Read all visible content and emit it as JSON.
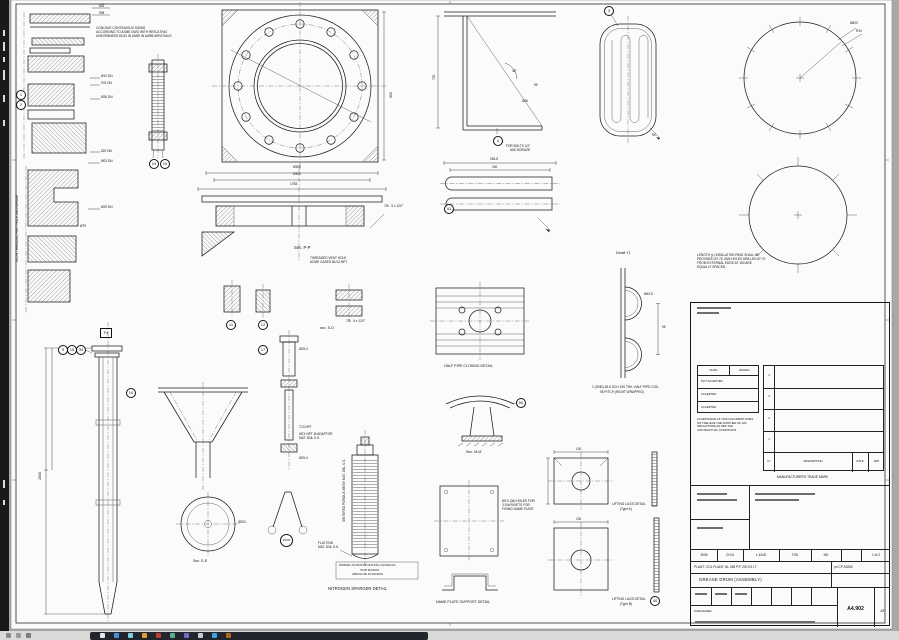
{
  "drawing": {
    "notes": {
      "machining": [
        "CONCAVE CONTINUOUS SIZING",
        "ACCORDING TO ASME DWG WITH RESULTING",
        "UNEVENNESS 53-52 IN 63/65 IN AARB 6HR2 BALS"
      ],
      "vent": [
        "THREADED VENT HOLE",
        "ACME CASED BU13 NPT"
      ],
      "insulation": [
        "LENGTH (L) INSULATION RING SHALL BE",
        "PROVIDED AT 75. Ø26 HOLES DRILLED AT 70",
        "FROM EXTERNAL EDGE AT 150 ARE",
        "EQUALLY SPACED"
      ],
      "half_pipe": [
        "1 (OND) 63.5 SCH 10S THK. HALF PIPE COIL",
        "95 PITCH (RIGHT WRAPPED)"
      ],
      "bolts": [
        "FOR BOLTS 1/2\"",
        "ANCHORAGE"
      ],
      "name_plate": [
        "Ø2.5 (36) HOLES FOR",
        "3 DIA RIVETS FOR",
        "FIXING NAME PLATE"
      ],
      "filtration": [
        "NORMAL FILTRATION RATING LIQUID/GAS",
        "70/35 MICRON",
        "ABSOLUTE 15 MICRON"
      ],
      "flat_end": [
        "FLAT END",
        "MAT. DNL S.S."
      ],
      "mesh": "SINTERED POROUS MESH MAT. DNL S.S.",
      "adaptor": [
        "HEX NPT-M ADAPTOR",
        "MAT. DNL S.S."
      ],
      "thread_left": "16 DN THREADED PART HOLE ANCHORAGE"
    },
    "captions": {
      "half_pipe_closing": "HALF PIPE CLOSING DETAIL",
      "nitrogen_sparger": "NITROGEN SPARGER DETAIL",
      "name_plate_support": "NAME PLATE SUPPORT DETAIL",
      "lifting_lugs_a1": "LIFTING LUGS DETAIL",
      "lifting_lugs_a2": "(Type A)",
      "lifting_lugs_b1": "LIFTING LUGS DETAIL",
      "lifting_lugs_b2": "(Type B)",
      "detail_y1": "Detail Y1",
      "sec_pp": "Sec. P-P",
      "sec_mm": "Sec. M-M",
      "sec_ee": "Sec. E-E",
      "sec_so": "sec. S-O"
    },
    "dims": {
      "d632": "632",
      "d998": "998",
      "dn12": "Ø12 DN",
      "dn976": "976 DN",
      "dn26": "Ø26 DN",
      "dn822": "822 DN",
      "dn03": "Ø03 DN",
      "dn29": "Ø29 DN",
      "d79": "Ø79",
      "d368": "Ø368",
      "d305": "Ø305",
      "d1758": "1758",
      "d903": "903",
      "chamfer": "7/8 - 9 x 120°",
      "d2648": "264.8",
      "d240": "240",
      "d725": "725",
      "a45": "45°",
      "d55": "55",
      "d26": "Ø26",
      "d95": "95",
      "d820": "Ø820",
      "r10": "R10",
      "d635": "Ø63.5",
      "d2000": "2000",
      "d254": "Ø25.4",
      "t13": "T13 NPT",
      "d203": "Ø203",
      "d100": "100",
      "d130": "130",
      "d2535": "25/35"
    },
    "balloons": {
      "b1": "1",
      "b2": "2",
      "b3": "3",
      "b4": "4",
      "b9": "9",
      "b10": "10",
      "b11": "11",
      "b12": "12",
      "b15": "15",
      "b17": "17",
      "b19": "19",
      "b34": "34",
      "b40": "40",
      "b41": "41",
      "b50": "50",
      "f4": "F4"
    }
  },
  "title_block": {
    "approval": {
      "h1": "CHKD",
      "h2": "ENGRG",
      "r1": "NOT ACCEPTED",
      "r2": "ACCEPTED",
      "r3": "ACCEPTED"
    },
    "acceptance_note": [
      "ACCEPTANCE OF THIS DOCUMENT DOES",
      "NOT RELIEVE THE SUPPLIER OF HIS",
      "OBLIGATIONS AS PER THE",
      "CONTRACTUAL CONDITIONS"
    ],
    "revision": {
      "no": "N°",
      "description": "DESCRIPTION",
      "date": "DATE",
      "app": "APP",
      "rows": [
        "4",
        "3",
        "2",
        "1"
      ]
    },
    "trademark": "MANUFACTURER'S TRADE MARK",
    "meta": {
      "year": "2005",
      "c1": "CH-D",
      "c2": "1 42nD",
      "c3": "TOK",
      "c4": "NO",
      "sheet": "1 of 2"
    },
    "plant_label": "PLANT:",
    "plant": "COL PLANT, NL 185 P.P. 220 K3 I.T.",
    "job": "ph CP-53250",
    "title": "GREASE DRUM (ASSEMBLY)",
    "purchaser": "PURCHASER",
    "drawing_no": "A4.902",
    "cell_a": "AT"
  }
}
